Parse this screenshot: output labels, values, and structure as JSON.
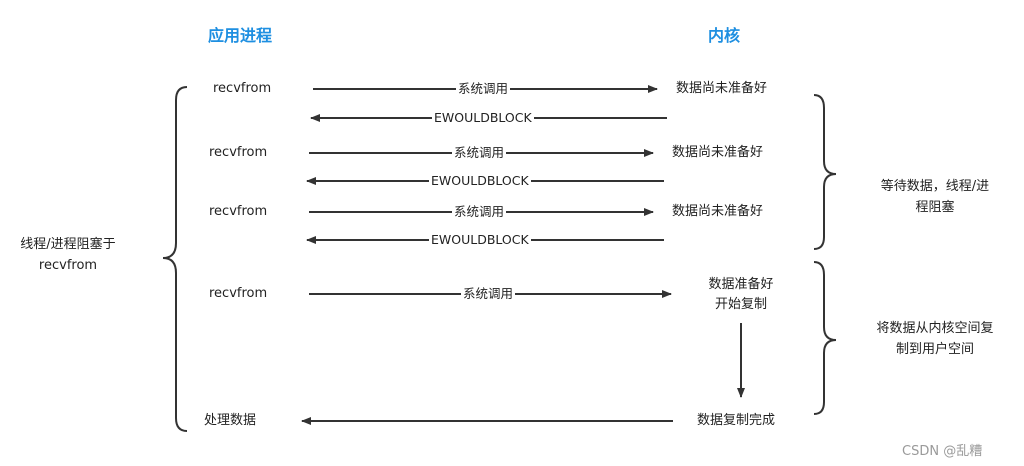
{
  "headers": {
    "app_process": "应用进程",
    "kernel": "内核"
  },
  "left_label": {
    "line1": "线程/进程阻塞于",
    "line2": "recvfrom"
  },
  "rows": [
    {
      "call": "recvfrom",
      "syscall": "系统调用",
      "kernel_state": "数据尚未准备好",
      "reply": "EWOULDBLOCK"
    },
    {
      "call": "recvfrom",
      "syscall": "系统调用",
      "kernel_state": "数据尚未准备好",
      "reply": "EWOULDBLOCK"
    },
    {
      "call": "recvfrom",
      "syscall": "系统调用",
      "kernel_state": "数据尚未准备好",
      "reply": "EWOULDBLOCK"
    },
    {
      "call": "recvfrom",
      "syscall": "系统调用",
      "kernel_state_line1": "数据准备好",
      "kernel_state_line2": "开始复制"
    }
  ],
  "final": {
    "app": "处理数据",
    "kernel": "数据复制完成"
  },
  "right_labels": {
    "wait": {
      "line1": "等待数据，线程/进",
      "line2": "程阻塞"
    },
    "copy": {
      "line1": "将数据从内核空间复",
      "line2": "制到用户空间"
    }
  },
  "colors": {
    "header": "#1e8fe1",
    "line": "#333333"
  },
  "watermark": "CSDN @乱糟"
}
